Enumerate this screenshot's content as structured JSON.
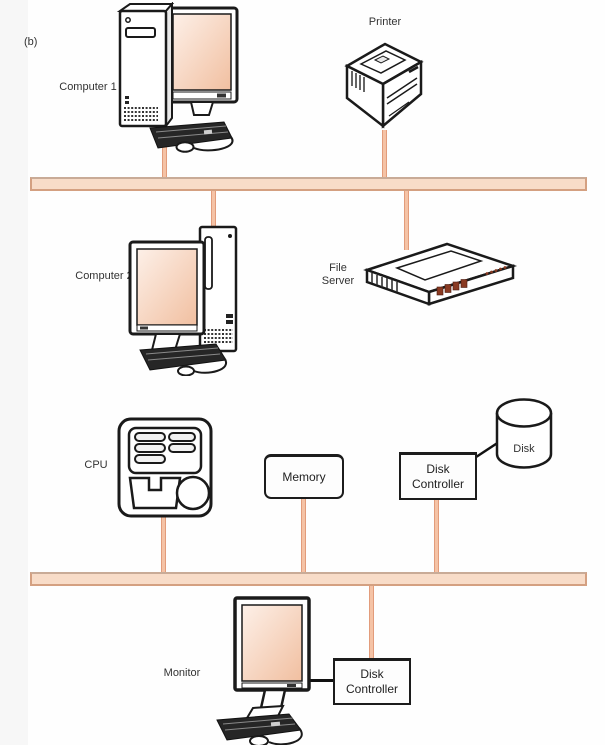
{
  "figure": {
    "label": "(b)"
  },
  "colors": {
    "bus_fill": "#f8dcc8",
    "bus_border": "#d4a081",
    "connector": "#f5c3a6",
    "screen_tint": "#f1bfa0",
    "outline": "#1a1a1a",
    "port_accent": "#8a3a22"
  },
  "icons": {
    "computer1": "desktop-computer-icon",
    "printer": "printer-icon",
    "computer2": "desktop-computer-icon",
    "file_server": "file-server-icon",
    "cpu": "cpu-icon",
    "disk": "disk-cylinder-icon",
    "monitor": "monitor-icon"
  },
  "nodes": {
    "computer1": {
      "label": "Computer 1"
    },
    "printer": {
      "label": "Printer"
    },
    "computer2": {
      "label": "Computer 2"
    },
    "file_server": {
      "line1": "File",
      "line2": "Server"
    },
    "cpu": {
      "label": "CPU"
    },
    "memory": {
      "label": "Memory"
    },
    "disk_controller_top": {
      "line1": "Disk",
      "line2": "Controller"
    },
    "disk": {
      "label": "Disk"
    },
    "monitor": {
      "label": "Monitor"
    },
    "disk_controller_bottom": {
      "line1": "Disk",
      "line2": "Controller"
    }
  }
}
